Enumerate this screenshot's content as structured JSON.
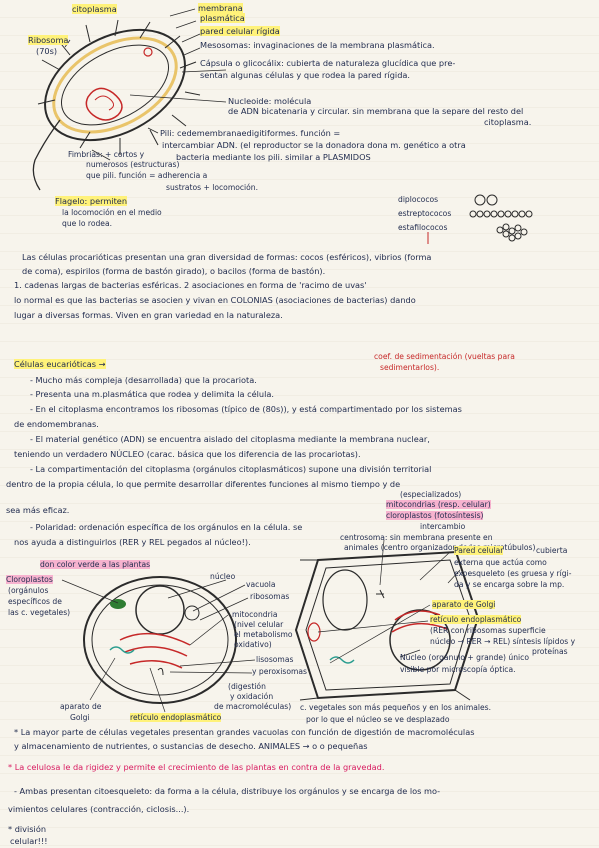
{
  "top": {
    "citoplasma": "citoplasma",
    "membrana": "membrana",
    "plasmatica": "plasmática",
    "pared": "pared celular rígida",
    "mesosomas": "Mesosomas: invaginaciones de la membrana plasmática.",
    "ribosoma": "Ribosoma",
    "ribosoma_70s": "(70s)",
    "capsula_1": "Cápsula o glicocálix: cubierta de naturaleza glucídica que pre-",
    "capsula_2": "sentan algunas células y que rodea la pared rígida.",
    "nucleoide_1": "Nucleoide: molécula",
    "nucleoide_2": "de ADN bicatenaria y circular. sin membrana que la separe del resto del",
    "nucleoide_3": "citoplasma.",
    "pili_1": "Pili: cedemembranaedigitiformes. función =",
    "pili_2": "intercambiar ADN. (el reproductor se la donadora dona m. genético a otra",
    "pili_3": "bacteria mediante los pili. similar a PLASMIDOS",
    "fimbrias_1": "Fimbrias: + cortos y",
    "fimbrias_2": "numerosos (estructuras)",
    "fimbrias_3": "que pili. función = adherencia a",
    "fimbrias_4": "sustratos + locomoción.",
    "flagelo_1": "Flagelo: permiten",
    "flagelo_2": "la locomoción en el medio",
    "flagelo_3": "que lo rodea.",
    "diplococos": "diplococos",
    "estreptococos": "estreptococos",
    "estafilococos": "estafilococos"
  },
  "procariotas": {
    "p1": "Las células procarióticas presentan una gran diversidad de formas: cocos (esféricos), vibrios (forma",
    "p2": "de coma), espirilos (forma de bastón girado), o bacilos (forma de bastón).",
    "p3": "1. cadenas largas de bacterias esféricas. 2 asociaciones en forma de 'racimo de uvas'",
    "p4": "lo normal es que las bacterias se asocien y vivan en COLONIAS (asociaciones de bacterias) dando",
    "p5": "lugar a diversas formas. Viven en gran variedad en la naturaleza."
  },
  "eucariotas": {
    "titulo": "Células eucarióticas →",
    "coef_1": "coef. de sedimentación (vueltas para",
    "coef_2": "sedimentarlos).",
    "l1": "- Mucho más compleja (desarrollada) que la procariota.",
    "l2": "- Presenta una m.plasmática que rodea y delimita la célula.",
    "l3": "- En el citoplasma encontramos los ribosomas (típico de (80s)), y está compartimentado por los sistemas",
    "l4": "de endomembranas.",
    "l5": "- El material genético (ADN) se encuentra aislado del citoplasma mediante la membrana nuclear,",
    "l6": "teniendo un verdadero NÚCLEO (carac. básica que los diferencia de las procariotas).",
    "l7": "- La compartimentación del citoplasma (orgánulos citoplasmáticos) supone una división territorial",
    "l8": "dentro de la propia célula, lo que permite desarrollar diferentes funciones al mismo tiempo y de",
    "l9": "(especializados)",
    "l10": "sea más eficaz.",
    "mito_1": "mitocondrias (resp. celular)",
    "mito_2": "cloroplastos (fotosíntesis)",
    "polaridad_1": "- Polaridad: ordenación específica de los orgánulos en la célula. se",
    "polaridad_2": "nos ayuda a distinguirlos (RER y REL pegados al núcleo!).",
    "intercambio": "intercambio",
    "centrosoma_1": "centrosoma: sin membrana presente en",
    "centrosoma_2": "animales (centro organizador de los microtúbulos)"
  },
  "diagram": {
    "cloroplastos_title": "don color verde a las plantas",
    "cloroplastos_1": "Cloroplastos",
    "cloroplastos_2": "(orgánulos",
    "cloroplastos_3": "específicos de",
    "cloroplastos_4": "las c. vegetales)",
    "nucleo": "núcleo",
    "vacuola": "vacuola",
    "ribosomas": "ribosomas",
    "mitocondria_1": "mitocondria",
    "mitocondria_2": "(nivel celular",
    "mitocondria_3": "el metabolismo",
    "mitocondria_4": "oxidativo)",
    "lisosomas": "lisosomas",
    "peroxisomas": "y peroxisomas",
    "digestion_1": "(digestión",
    "digestion_2": "y oxidación",
    "digestion_3": "de macromoléculas)",
    "pared_celular": "Pared celular",
    "cubierta": "cubierta",
    "externa_1": "externa que actúa como",
    "externa_2": "exoesqueleto (es gruesa y rígi-",
    "externa_3": "da y se encarga sobre la mp.",
    "golgi": "aparato de Golgi",
    "reticulo_1": "retículo endoplasmático",
    "reticulo_2": "(RER con ribosomas superficie",
    "reticulo_3": "núcleo → RER → REL) síntesis lípidos y",
    "reticulo_4": "proteínas",
    "nucleo_grande_1": "Núcleo (orgánulo + grande) único",
    "nucleo_grande_2": "visible por microscopía óptica.",
    "ap_golgi_1": "aparato de",
    "ap_golgi_2": "Golgi",
    "ret_plasm": "retículo endoplasmático"
  },
  "bottom": {
    "b1": "c. vegetales son más pequeños y en los animales.",
    "b2": "por lo que el núcleo se ve desplazado",
    "b3": "* La mayor parte de células vegetales presentan grandes vacuolas con función de digestión de macromoléculas",
    "b4": "y almacenamiento de nutrientes, o sustancias de desecho. ANIMALES → o  o  pequeñas",
    "b5": "* La celulosa le da rigidez y permite el crecimiento de las plantas en contra de la gravedad.",
    "b6": "- Ambas presentan citoesqueleto: da forma a la célula, distribuye los orgánulos y se encarga de los mo-",
    "b7": "vimientos celulares (contracción, ciclosis...).",
    "b8": "* división",
    "b9": "celular!!!"
  },
  "colors": {
    "ink": "#1f2a4d",
    "highlight_yellow": "#fff27a",
    "highlight_pink": "#f7b3cf",
    "red": "#c62828",
    "green": "#2e7d32",
    "teal": "#2a9d8f"
  }
}
